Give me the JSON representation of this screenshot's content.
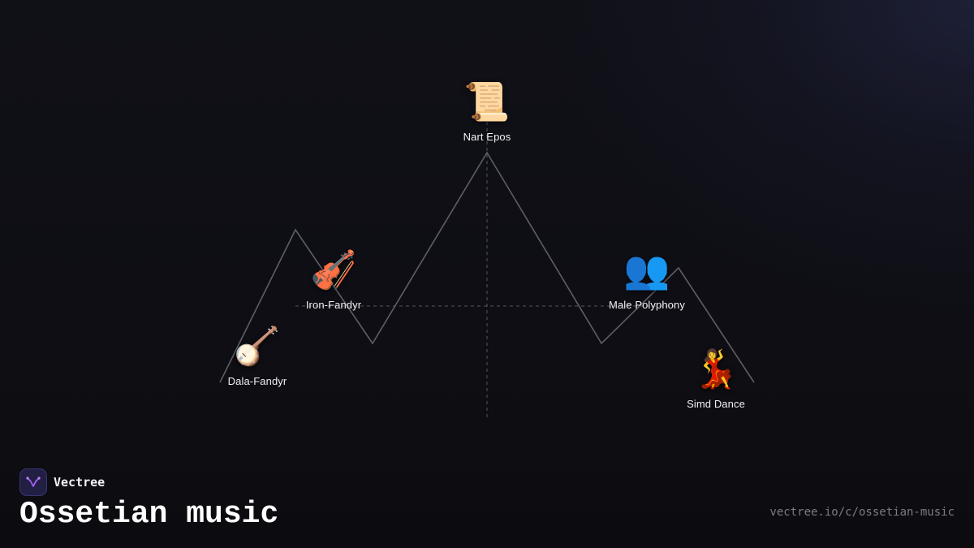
{
  "brand": {
    "name": "Vectree",
    "logo_icon": "vectree-logo-icon",
    "accent": "#a855f7"
  },
  "page": {
    "title": "Ossetian music",
    "url": "vectree.io/c/ossetian-music"
  },
  "diagram": {
    "line_color": "#5a5a60",
    "root": {
      "id": "nart-epos",
      "label": "Nart Epos",
      "icon": "scroll-icon",
      "glyph": "📜"
    },
    "nodes": [
      {
        "id": "dala-fandyr",
        "label": "Dala-Fandyr",
        "icon": "banjo-icon",
        "glyph": "🪕"
      },
      {
        "id": "iron-fandyr",
        "label": "Iron-Fandyr",
        "icon": "violin-icon",
        "glyph": "🎻"
      },
      {
        "id": "nart-epos",
        "label": "Nart Epos",
        "icon": "scroll-icon",
        "glyph": "📜"
      },
      {
        "id": "male-polyphony",
        "label": "Male Polyphony",
        "icon": "people-icon",
        "glyph": "👥"
      },
      {
        "id": "simd-dance",
        "label": "Simd Dance",
        "icon": "dancer-icon",
        "glyph": "💃"
      }
    ]
  }
}
